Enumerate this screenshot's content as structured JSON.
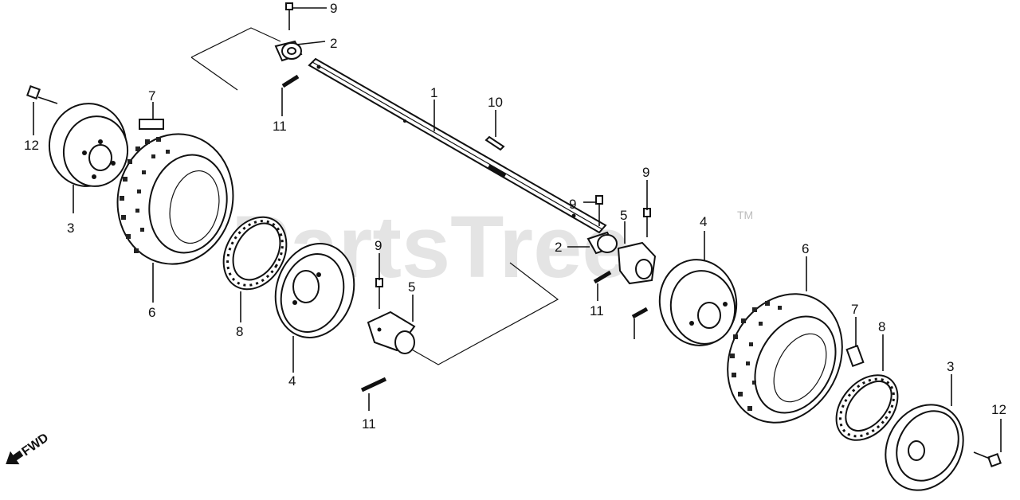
{
  "watermark": {
    "text": "PartsTree",
    "tm": "TM"
  },
  "direction": {
    "text": "FWD"
  },
  "callouts": {
    "c1": "1",
    "c2a": "2",
    "c2b": "2",
    "c3a": "3",
    "c3b": "3",
    "c4a": "4",
    "c4b": "4",
    "c5a": "5",
    "c5b": "5",
    "c6a": "6",
    "c6b": "6",
    "c7a": "7",
    "c7b": "7",
    "c8a": "8",
    "c8b": "8",
    "c9a": "9",
    "c9b": "9",
    "c9c": "9",
    "c9d": "9",
    "c10": "10",
    "c11a": "11",
    "c11b": "11",
    "c11c": "11",
    "c12a": "12",
    "c12b": "12"
  }
}
